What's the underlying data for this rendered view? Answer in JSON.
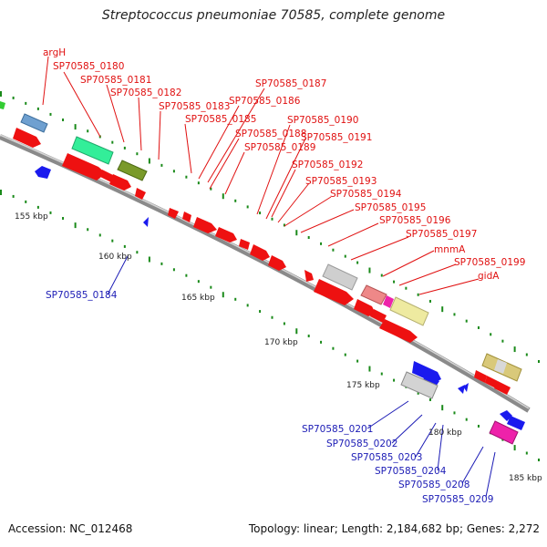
{
  "title": "Streptococcus pneumoniae 70585, complete genome",
  "footer": {
    "accession": "Accession: NC_012468",
    "summary": "Topology: linear; Length: 2,184,682 bp; Genes: 2,272"
  },
  "scale_labels": [
    "155 kbp",
    "160 kbp",
    "165 kbp",
    "170 kbp",
    "175 kbp",
    "180 kbp",
    "185 kbp"
  ],
  "top_labels": [
    "argH",
    "SP70585_0180",
    "SP70585_0181",
    "SP70585_0182",
    "SP70585_0183",
    "SP70585_0185",
    "SP70585_0186",
    "SP70585_0187",
    "SP70585_0188",
    "SP70585_0189",
    "SP70585_0190",
    "SP70585_0191",
    "SP70585_0192",
    "SP70585_0193",
    "SP70585_0194",
    "SP70585_0195",
    "SP70585_0196",
    "SP70585_0197",
    "mnmA",
    "SP70585_0199",
    "gidA"
  ],
  "bottom_labels": [
    "SP70585_0184",
    "SP70585_0201",
    "SP70585_0202",
    "SP70585_0203",
    "SP70585_0204",
    "SP70585_0208",
    "SP70585_0209"
  ],
  "colors": {
    "forward_gene": "#ee1111",
    "reverse_gene": "#1a1aee",
    "label_forward": "#e01010",
    "label_reverse": "#1b1bb5",
    "backbone": "#888888",
    "tick": "#1a8a1a",
    "pale_blue": "#6fa0d0",
    "mint": "#33ee99",
    "olive": "#7a9a2a",
    "light_gray": "#cfcfcf",
    "salmon": "#ee8888",
    "khaki": "#eeeaa0",
    "tan": "#d9c97a",
    "magenta": "#ee22aa"
  }
}
